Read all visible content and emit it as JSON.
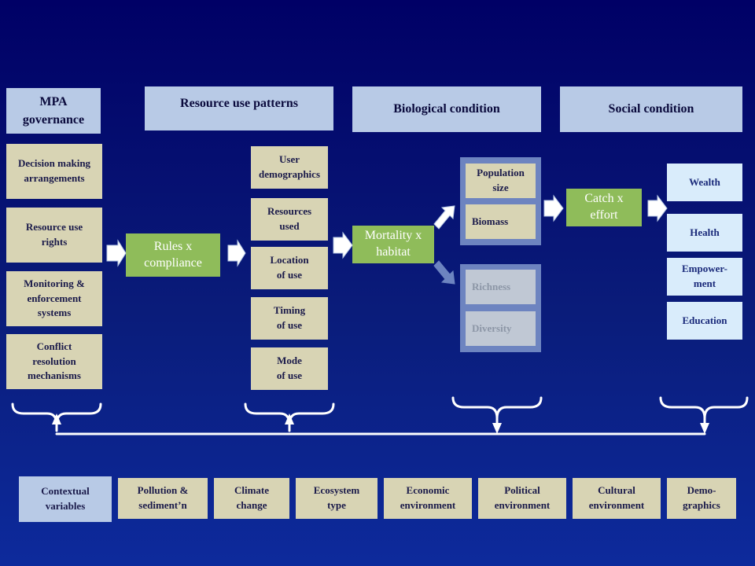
{
  "headers": {
    "mpa_governance": "MPA\ngovernance",
    "resource_use_patterns": "Resource use patterns",
    "biological_condition": "Biological condition",
    "social_condition": "Social condition"
  },
  "governance_items": [
    "Decision making\narrangements",
    "Resource use\nrights",
    "Monitoring &\nenforcement\nsystems",
    "Conflict\nresolution\nmechanisms"
  ],
  "rules_compliance": "Rules x\ncompliance",
  "use_items": [
    "User\ndemographics",
    "Resources\nused",
    "Location\nof use",
    "Timing\nof use",
    "Mode\nof use"
  ],
  "mortality_habitat": "Mortality x\nhabitat",
  "bio_upper": [
    "Population\nsize",
    "Biomass"
  ],
  "bio_lower": [
    "Richness",
    "Diversity"
  ],
  "catch_effort": "Catch x\neffort",
  "social_items": [
    "Wealth",
    "Health",
    "Empower-\nment",
    "Education"
  ],
  "contextual": [
    "Contextual\nvariables",
    "Pollution &\nsediment’n",
    "Climate\nchange",
    "Ecosystem\ntype",
    "Economic\nenvironment",
    "Political\nenvironment",
    "Cultural\nenvironment",
    "Demo-\ngraphics"
  ]
}
